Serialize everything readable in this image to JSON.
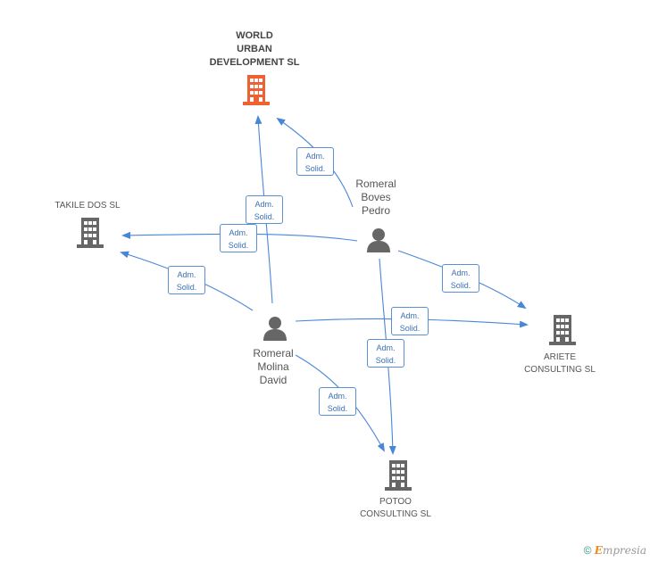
{
  "nodes": {
    "world": {
      "label": "WORLD\nURBAN\nDEVELOPMENT SL",
      "color": "#ee6133",
      "icon": "building-icon"
    },
    "takile": {
      "label": "TAKILE DOS SL",
      "color": "#666666",
      "icon": "building-icon"
    },
    "ariete": {
      "label": "ARIETE\nCONSULTING SL",
      "color": "#666666",
      "icon": "building-icon"
    },
    "potoo": {
      "label": "POTOO\nCONSULTING SL",
      "color": "#666666",
      "icon": "building-icon"
    },
    "pedro": {
      "label": "Romeral\nBoves\nPedro",
      "color": "#666666",
      "icon": "person-icon"
    },
    "david": {
      "label": "Romeral\nMolina\nDavid",
      "color": "#666666",
      "icon": "person-icon"
    }
  },
  "edges": [
    {
      "from": "pedro",
      "to": "world",
      "label": "Adm.\nSolid."
    },
    {
      "from": "pedro",
      "to": "takile",
      "label": "Adm.\nSolid."
    },
    {
      "from": "pedro",
      "to": "ariete",
      "label": "Adm.\nSolid."
    },
    {
      "from": "pedro",
      "to": "potoo",
      "label": "Adm.\nSolid."
    },
    {
      "from": "david",
      "to": "world",
      "label": "Adm.\nSolid."
    },
    {
      "from": "david",
      "to": "takile",
      "label": "Adm.\nSolid."
    },
    {
      "from": "david",
      "to": "ariete",
      "label": "Adm.\nSolid."
    },
    {
      "from": "david",
      "to": "potoo",
      "label": "Adm.\nSolid."
    }
  ],
  "footer": {
    "copyright": "©",
    "brand_e": "E",
    "brand_rest": "mpresia"
  },
  "colors": {
    "edge": "#4a86d8"
  }
}
